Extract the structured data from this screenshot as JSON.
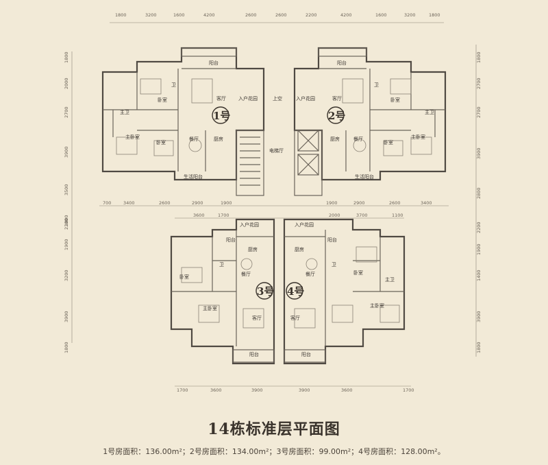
{
  "title": "14栋标准层平面图",
  "areas_line": "1号房面积：136.00m²；2号房面积：134.00m²；3号房面积：99.00m²；4号房面积：128.00m²。",
  "units": [
    "1号",
    "2号",
    "3号",
    "4号"
  ],
  "dims": {
    "top": [
      "1800",
      "3200",
      "1600",
      "4200",
      "2600",
      "2600",
      "2200",
      "4200",
      "1600",
      "3200",
      "1800"
    ],
    "left": [
      "1800",
      "2000",
      "2700",
      "3900",
      "3500",
      "1800"
    ],
    "right": [
      "1800",
      "2700",
      "2700",
      "3900",
      "2800",
      "2200",
      "1900",
      "1400",
      "3900",
      "1800"
    ],
    "mid_upper": [
      "700",
      "3400",
      "2600",
      "2900",
      "1900",
      "1900",
      "2900",
      "2600",
      "3400"
    ],
    "mid_lower": [
      "3600",
      "1700",
      "2000",
      "3700",
      "1100"
    ],
    "left_lower": [
      "2200",
      "1900",
      "3200",
      "3900",
      "1800"
    ],
    "bottom": [
      "1700",
      "3600",
      "3900",
      "3900",
      "3600",
      "1700"
    ]
  },
  "rooms": {
    "balcony": "阳台",
    "living": "客厅",
    "entry_garden": "入户花园",
    "void": "上空",
    "bedroom": "卧室",
    "master_bedroom": "主卧室",
    "master_bath": "主卫",
    "bath": "卫",
    "dining": "餐厅",
    "kitchen": "厨房",
    "living_balcony": "生活阳台",
    "elevator_hall": "电梯厅"
  },
  "colors": {
    "background": "#f2ead7",
    "wall": "#5b554d",
    "line": "#7c7468"
  }
}
